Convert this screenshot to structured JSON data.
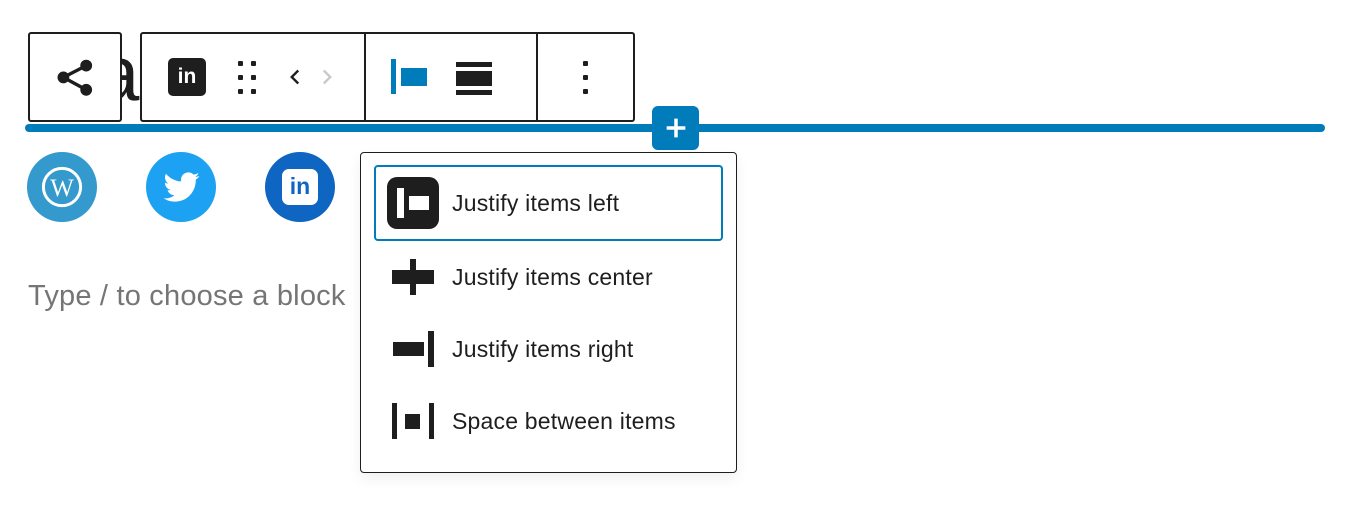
{
  "colors": {
    "accent_blue": "#007cba",
    "toolbar_border": "#1e1e1e",
    "disabled_chevron_gray": "#c9c9c9",
    "placeholder_gray": "#757575",
    "wordpress_blue": "#3499cd",
    "twitter_blue": "#1da1f2",
    "linkedin_blue": "#0f66c2"
  },
  "canvas": {
    "obscured_text_fragment": "a",
    "placeholder": "Type / to choose a block"
  },
  "toolbar": {
    "parent_block_button": {
      "icon": "share-icon"
    },
    "linkedin_block_button": {
      "icon": "linkedin-icon",
      "glyph": "in"
    },
    "drag_button": {
      "icon": "drag-handle-icon"
    },
    "move_left_button": {
      "icon": "chevron-left-icon",
      "disabled": false
    },
    "move_right_button": {
      "icon": "chevron-right-icon",
      "disabled": true
    },
    "justification_button": {
      "icon": "justify-left-icon",
      "active": true
    },
    "vertical_align_button": {
      "icon": "vertical-align-middle-icon"
    },
    "options_button": {
      "icon": "more-vertical-icon"
    }
  },
  "inserter": {
    "icon": "plus-icon"
  },
  "social_icons": [
    {
      "name": "wordpress",
      "icon": "wordpress-icon",
      "glyph": "W",
      "color": "#3499cd"
    },
    {
      "name": "twitter",
      "icon": "twitter-icon",
      "color": "#1da1f2"
    },
    {
      "name": "linkedin",
      "icon": "linkedin-icon",
      "glyph": "in",
      "color": "#0f66c2"
    }
  ],
  "menu": {
    "items": [
      {
        "label": "Justify items left",
        "icon": "justify-left-icon",
        "selected": true
      },
      {
        "label": "Justify items center",
        "icon": "justify-center-icon",
        "selected": false
      },
      {
        "label": "Justify items right",
        "icon": "justify-right-icon",
        "selected": false
      },
      {
        "label": "Space between items",
        "icon": "space-between-icon",
        "selected": false
      }
    ]
  }
}
